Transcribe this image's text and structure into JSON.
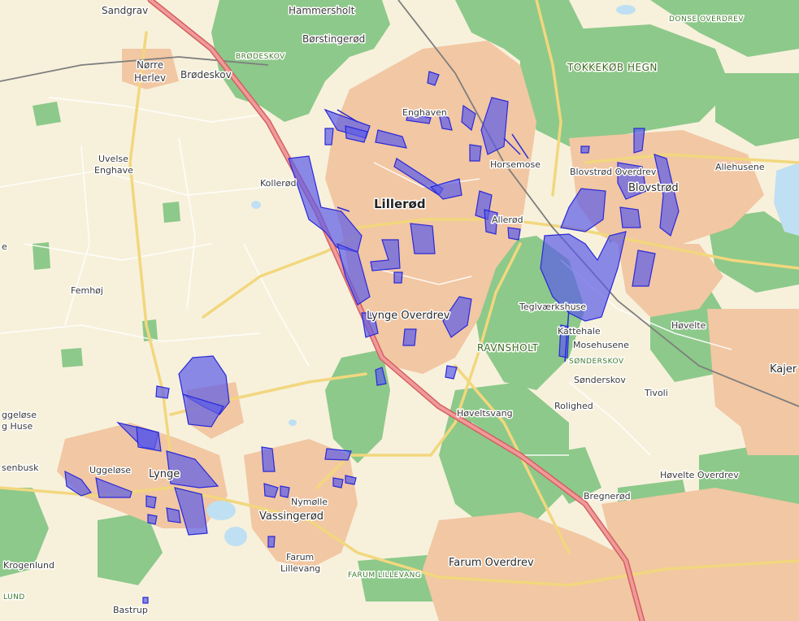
{
  "map": {
    "colors": {
      "background": "#f7f1dc",
      "urban": "#f2c7a3",
      "forest": "#8dc98a",
      "field": "#fbf6e4",
      "water": "#bfe0f2",
      "road_major": "#f2d77e",
      "road_minor": "#ffffff",
      "motorway": "#e98080",
      "railway": "#7e7e7e",
      "overlay_fill": "#5b5be8",
      "overlay_stroke": "#2a2ad6"
    },
    "place_labels": [
      {
        "id": "sandgrav",
        "text": "Sandgrav",
        "style": "normal"
      },
      {
        "id": "hammersholt",
        "text": "Hammersholt",
        "style": "normal"
      },
      {
        "id": "borstingerod",
        "text": "Børstingerød",
        "style": "normal"
      },
      {
        "id": "norre",
        "text": "Nørre",
        "style": "normal"
      },
      {
        "id": "herlev",
        "text": "Herlev",
        "style": "normal"
      },
      {
        "id": "brodeskov",
        "text": "Brødeskov",
        "style": "normal"
      },
      {
        "id": "enghaven",
        "text": "Enghaven",
        "style": "small"
      },
      {
        "id": "uvelse",
        "text": "Uvelse",
        "style": "small"
      },
      {
        "id": "uvelse_enghave",
        "text": "Enghave",
        "style": "small"
      },
      {
        "id": "kollerod",
        "text": "Kollerød",
        "style": "small"
      },
      {
        "id": "lillerod",
        "text": "Lillerød",
        "style": "big"
      },
      {
        "id": "horsemose",
        "text": "Horsemose",
        "style": "small"
      },
      {
        "id": "blovstrod_overdrev",
        "text": "Blovstrød Overdrev",
        "style": "small"
      },
      {
        "id": "blovstrod",
        "text": "Blovstrød",
        "style": "mid"
      },
      {
        "id": "allehusene",
        "text": "Allehusene",
        "style": "small"
      },
      {
        "id": "allerod",
        "text": "Allerød",
        "style": "small"
      },
      {
        "id": "femhoj",
        "text": "Femhøj",
        "style": "small"
      },
      {
        "id": "lynge_overdrev",
        "text": "Lynge Overdrev",
        "style": "mid"
      },
      {
        "id": "teglvaerkshuse",
        "text": "Teglværkshuse",
        "style": "small"
      },
      {
        "id": "kattehale",
        "text": "Kattehale",
        "style": "small"
      },
      {
        "id": "mosehusene",
        "text": "Mosehusene",
        "style": "small"
      },
      {
        "id": "hovelte",
        "text": "Høvelte",
        "style": "small"
      },
      {
        "id": "kajer",
        "text": "Kajer",
        "style": "mid"
      },
      {
        "id": "sonderskov",
        "text": "Sønderskov",
        "style": "small"
      },
      {
        "id": "tivoli",
        "text": "Tivoli",
        "style": "small"
      },
      {
        "id": "rolighed",
        "text": "Rolighed",
        "style": "small"
      },
      {
        "id": "hoveltsvang",
        "text": "Høveltsvang",
        "style": "small"
      },
      {
        "id": "uggelose_huse_a",
        "text": "ggeløse",
        "style": "small"
      },
      {
        "id": "uggelose_huse_b",
        "text": "g Huse",
        "style": "small"
      },
      {
        "id": "senbusk",
        "text": "senbusk",
        "style": "small"
      },
      {
        "id": "uggelose",
        "text": "Uggeløse",
        "style": "small"
      },
      {
        "id": "lynge",
        "text": "Lynge",
        "style": "mid"
      },
      {
        "id": "hovelte_overdrev",
        "text": "Høvelte Overdrev",
        "style": "small"
      },
      {
        "id": "nymolle",
        "text": "Nymølle",
        "style": "small"
      },
      {
        "id": "vassingerod",
        "text": "Vassingerød",
        "style": "mid"
      },
      {
        "id": "bregnerod",
        "text": "Bregnerød",
        "style": "small"
      },
      {
        "id": "krogenlund",
        "text": "Krogenlund",
        "style": "small"
      },
      {
        "id": "farum",
        "text": "Farum",
        "style": "small"
      },
      {
        "id": "farum_lillevang",
        "text": "Lillevang",
        "style": "small"
      },
      {
        "id": "farum_overdrev",
        "text": "Farum Overdrev",
        "style": "mid"
      },
      {
        "id": "bastrup",
        "text": "Bastrup",
        "style": "small"
      },
      {
        "id": "e_left",
        "text": "e",
        "style": "small"
      }
    ],
    "forest_labels": [
      {
        "id": "brodeskov_forest",
        "text": "BRØDESKOV"
      },
      {
        "id": "donse_overdrev",
        "text": "DONSE OVERDREV"
      },
      {
        "id": "tokkekob_hegn",
        "text": "TOKKEKØB HEGN"
      },
      {
        "id": "ravnsholt",
        "text": "RAVNSHOLT"
      },
      {
        "id": "sonderskov_forest",
        "text": "SØNDERSKOV"
      },
      {
        "id": "farum_lillevang_forest",
        "text": "FARUM LILLEVANG"
      },
      {
        "id": "lund_forest",
        "text": "LUND"
      }
    ]
  }
}
